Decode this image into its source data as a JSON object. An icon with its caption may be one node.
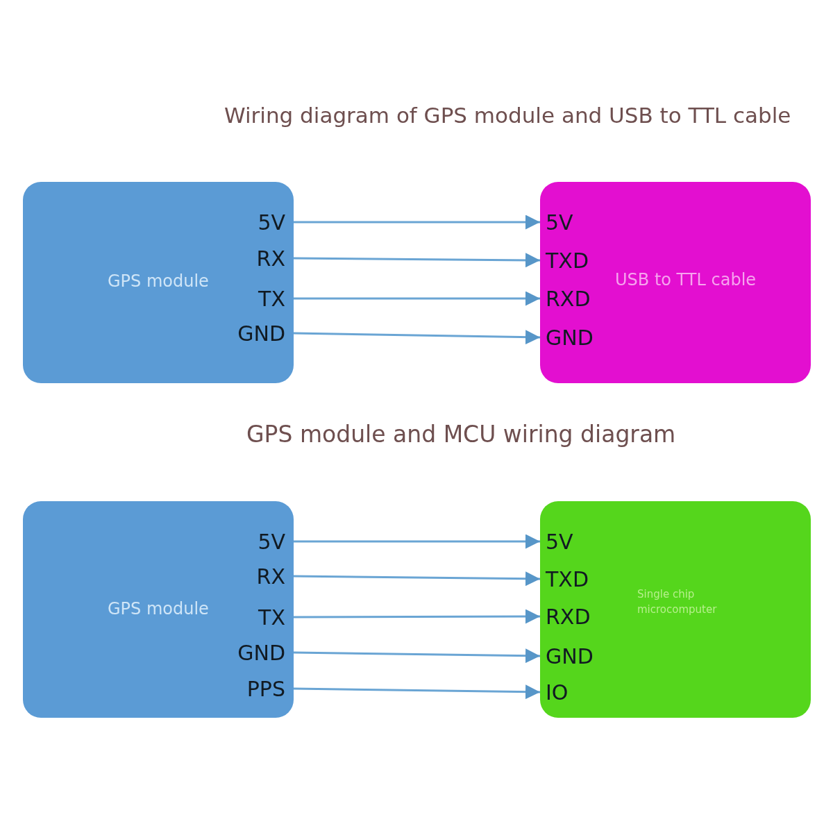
{
  "diagram": {
    "title": "Wiring diagram of GPS module and USB to TTL cable",
    "nodes": [
      {
        "text": [
          "GPS module"
        ]
      },
      {
        "text": [
          "5V"
        ],
        "in": 0
      },
      {
        "text": [
          "RX"
        ],
        "in": 0
      },
      {
        "text": [
          "TX"
        ],
        "in": 0
      },
      {
        "text": [
          "GND"
        ],
        "in": 0
      },
      {
        "text": [
          "USB to TTL cable"
        ]
      },
      {
        "text": [
          "5V"
        ],
        "in": 5
      },
      {
        "text": [
          "TXD"
        ],
        "in": 5
      },
      {
        "text": [
          "RXD"
        ],
        "in": 5
      },
      {
        "text": [
          "GND"
        ],
        "in": 5
      },
      {
        "text": [
          "GPS module"
        ]
      },
      {
        "text": [
          "5V"
        ],
        "in": 10
      },
      {
        "text": [
          "RX"
        ],
        "in": 10
      },
      {
        "text": [
          "TX"
        ],
        "in": 10
      },
      {
        "text": [
          "GND"
        ],
        "in": 10
      },
      {
        "text": [
          "PPS"
        ],
        "in": 10
      },
      {
        "text": [
          "Single chip microcomputer"
        ]
      },
      {
        "text": [
          "5V"
        ],
        "in": 16
      },
      {
        "text": [
          "TXD"
        ],
        "in": 16
      },
      {
        "text": [
          "RXD"
        ],
        "in": 16
      },
      {
        "text": [
          "GND"
        ],
        "in": 16
      },
      {
        "text": [
          "IO"
        ],
        "in": 16
      }
    ],
    "edges": [
      {
        "from": 1,
        "to": 6,
        "arrow": "to"
      },
      {
        "from": 2,
        "to": 7,
        "arrow": "to"
      },
      {
        "from": 3,
        "to": 8,
        "arrow": "to"
      },
      {
        "from": 4,
        "to": 9,
        "arrow": "to"
      },
      {
        "from": 11,
        "to": 17,
        "arrow": "to"
      },
      {
        "from": 12,
        "to": 18,
        "arrow": "to"
      },
      {
        "from": 13,
        "to": 19,
        "arrow": "to"
      },
      {
        "from": 14,
        "to": 20,
        "arrow": "to"
      },
      {
        "from": 15,
        "to": 21,
        "arrow": "to"
      }
    ],
    "labels": [
      "GPS module and MCU wiring diagram"
    ]
  }
}
